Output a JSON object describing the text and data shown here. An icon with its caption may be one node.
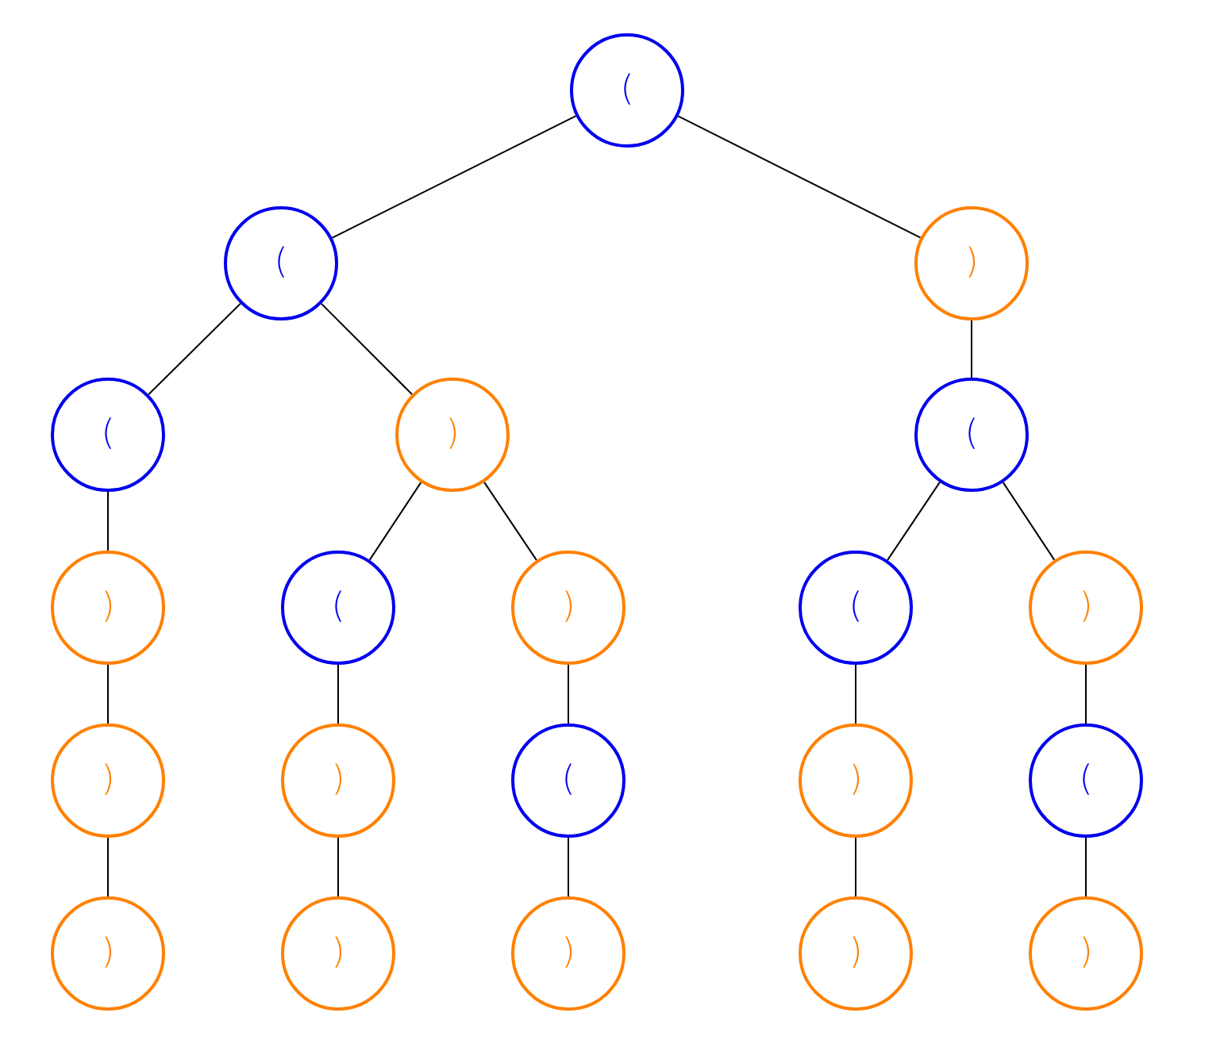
{
  "diagram": {
    "nodes": [
      {
        "text": [
          "("
        ]
      },
      {
        "text": [
          "("
        ]
      },
      {
        "text": [
          ")"
        ]
      },
      {
        "text": [
          "("
        ]
      },
      {
        "text": [
          ")"
        ]
      },
      {
        "text": [
          "("
        ]
      },
      {
        "text": [
          ")"
        ]
      },
      {
        "text": [
          "("
        ]
      },
      {
        "text": [
          ")"
        ]
      },
      {
        "text": [
          "("
        ]
      },
      {
        "text": [
          ")"
        ]
      },
      {
        "text": [
          ")"
        ]
      },
      {
        "text": [
          ")"
        ]
      },
      {
        "text": [
          "("
        ]
      },
      {
        "text": [
          ")"
        ]
      },
      {
        "text": [
          "("
        ]
      },
      {
        "text": [
          ")"
        ]
      },
      {
        "text": [
          ")"
        ]
      },
      {
        "text": [
          ")"
        ]
      },
      {
        "text": [
          ")"
        ]
      },
      {
        "text": [
          ")"
        ]
      }
    ],
    "edges": [
      {
        "from": 0,
        "to": 1,
        "arrow": "none"
      },
      {
        "from": 0,
        "to": 2,
        "arrow": "none"
      },
      {
        "from": 1,
        "to": 3,
        "arrow": "none"
      },
      {
        "from": 1,
        "to": 4,
        "arrow": "none"
      },
      {
        "from": 2,
        "to": 5,
        "arrow": "none"
      },
      {
        "from": 3,
        "to": 6,
        "arrow": "none"
      },
      {
        "from": 4,
        "to": 7,
        "arrow": "none"
      },
      {
        "from": 4,
        "to": 8,
        "arrow": "none"
      },
      {
        "from": 5,
        "to": 9,
        "arrow": "none"
      },
      {
        "from": 5,
        "to": 10,
        "arrow": "none"
      },
      {
        "from": 6,
        "to": 11,
        "arrow": "none"
      },
      {
        "from": 7,
        "to": 12,
        "arrow": "none"
      },
      {
        "from": 8,
        "to": 13,
        "arrow": "none"
      },
      {
        "from": 9,
        "to": 14,
        "arrow": "none"
      },
      {
        "from": 10,
        "to": 15,
        "arrow": "none"
      },
      {
        "from": 11,
        "to": 16,
        "arrow": "none"
      },
      {
        "from": 12,
        "to": 17,
        "arrow": "none"
      },
      {
        "from": 13,
        "to": 18,
        "arrow": "none"
      },
      {
        "from": 14,
        "to": 19,
        "arrow": "none"
      },
      {
        "from": 15,
        "to": 20,
        "arrow": "none"
      }
    ]
  }
}
